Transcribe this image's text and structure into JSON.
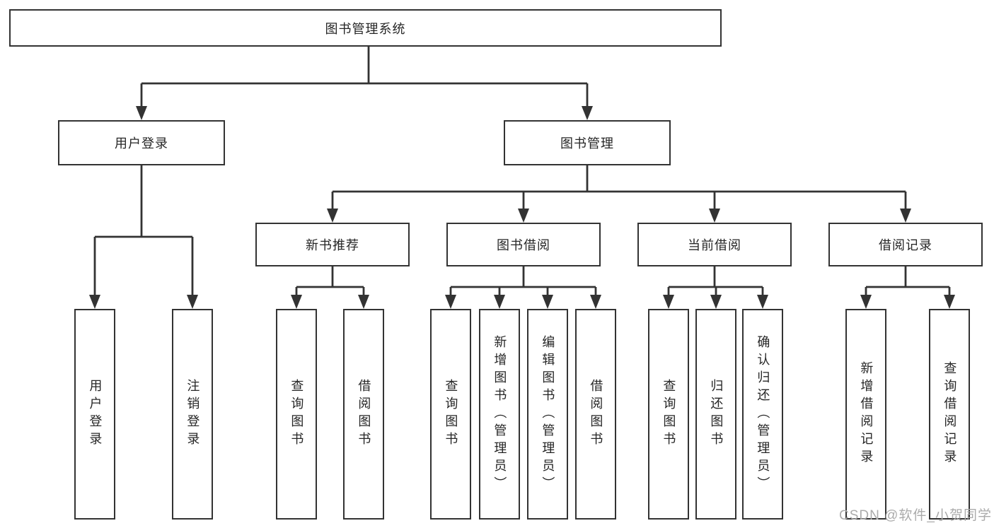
{
  "diagram": {
    "root": {
      "label": "图书管理系统"
    },
    "level1": [
      {
        "label": "用户登录",
        "children": [
          {
            "label": "用户登录"
          },
          {
            "label": "注销登录"
          }
        ]
      },
      {
        "label": "图书管理",
        "children": [
          {
            "label": "新书推荐",
            "children": [
              {
                "label": "查询图书"
              },
              {
                "label": "借阅图书"
              }
            ]
          },
          {
            "label": "图书借阅",
            "children": [
              {
                "label": "查询图书"
              },
              {
                "label": "新增图书（管理员）"
              },
              {
                "label": "编辑图书（管理员）"
              },
              {
                "label": "借阅图书"
              }
            ]
          },
          {
            "label": "当前借阅",
            "children": [
              {
                "label": "查询图书"
              },
              {
                "label": "归还图书"
              },
              {
                "label": "确认归还（管理员）"
              }
            ]
          },
          {
            "label": "借阅记录",
            "children": [
              {
                "label": "新增借阅记录"
              },
              {
                "label": "查询借阅记录"
              }
            ]
          }
        ]
      }
    ]
  },
  "watermark": {
    "text": "CSDN @软件_小贺同学"
  },
  "colors": {
    "line": "#333333",
    "text": "#262626",
    "background": "#ffffff",
    "watermark": "#ababab"
  }
}
